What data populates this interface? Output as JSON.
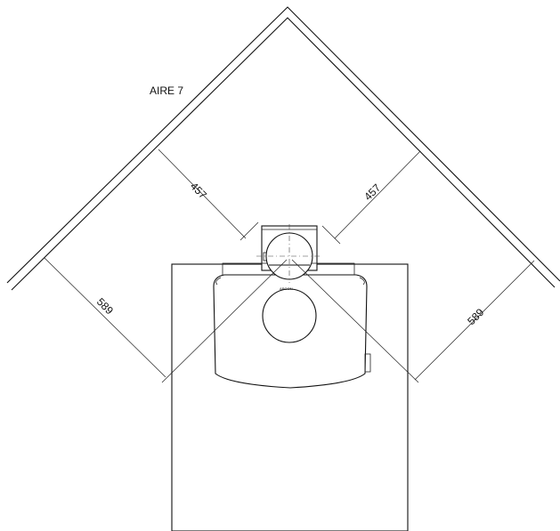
{
  "area_label": "AIRE 7",
  "dimensions": {
    "upper_left": "457",
    "upper_right": "457",
    "lower_left": "589",
    "lower_right": "589"
  },
  "unit_brand_text": "ARGON"
}
